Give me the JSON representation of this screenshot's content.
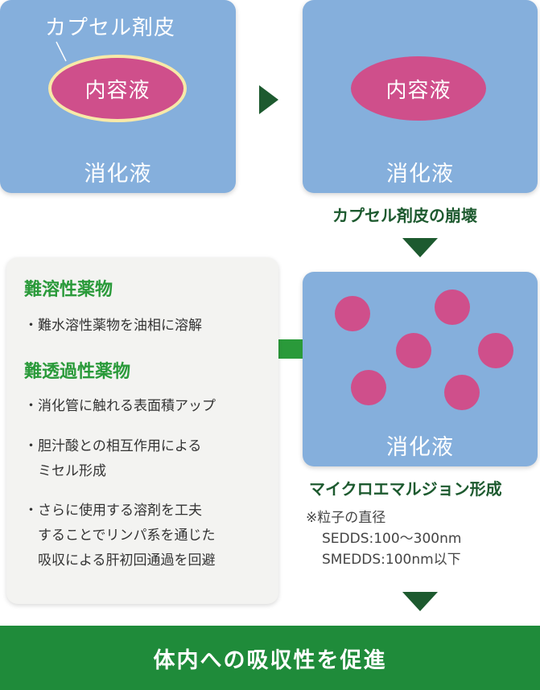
{
  "panel1": {
    "capsule_label": "カプセル剤皮",
    "content_label": "内容液",
    "fluid_label": "消化液"
  },
  "panel2": {
    "content_label": "内容液",
    "fluid_label": "消化液",
    "caption": "カプセル剤皮の崩壊"
  },
  "panel3": {
    "fluid_label": "消化液",
    "caption": "マイクロエマルジョン形成",
    "note": {
      "title": "※粒子の直径",
      "sedds": "SEDDS:100～300nm",
      "smedds": "SMEDDS:100nm以下"
    }
  },
  "benefits": {
    "heading1": "難溶性薬物",
    "items1": [
      "・難水溶性薬物を油相に溶解"
    ],
    "heading2": "難透過性薬物",
    "items2": [
      "・消化管に触れる表面積アップ",
      "・胆汁酸との相互作用による",
      "　ミセル形成",
      "・さらに使用する溶剤を工夫",
      "　することでリンパ系を通じた",
      "　吸収による肝初回通過を回避"
    ]
  },
  "result": "体内への吸収性を促進",
  "colors": {
    "panel_blue": "#85afdc",
    "magenta": "#cf4f8b",
    "dark_green": "#1d5a2f",
    "bright_green": "#2a9a3a",
    "bar_green": "#1f8b3a"
  }
}
